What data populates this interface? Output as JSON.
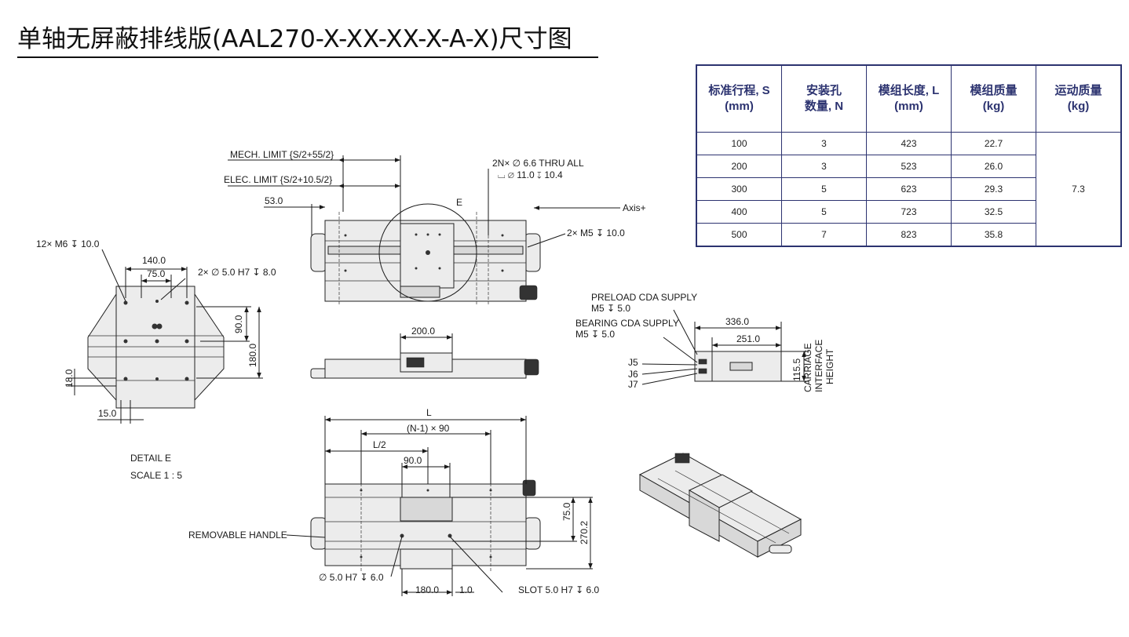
{
  "title": "单轴无屏蔽排线版(AAL270-X-XX-XX-X-A-X)尺寸图",
  "table": {
    "headers": [
      "标准行程, S\n(mm)",
      "安装孔\n数量, N",
      "模组长度, L\n(mm)",
      "模组质量\n(kg)",
      "运动质量\n(kg)"
    ],
    "rows": [
      [
        "100",
        "3",
        "423",
        "22.7"
      ],
      [
        "200",
        "3",
        "523",
        "26.0"
      ],
      [
        "300",
        "5",
        "623",
        "29.3"
      ],
      [
        "400",
        "5",
        "723",
        "32.5"
      ],
      [
        "500",
        "7",
        "823",
        "35.8"
      ]
    ],
    "moving_mass": "7.3"
  },
  "labels": {
    "mech_limit": "MECH. LIMIT {S/2+55/2}",
    "elec_limit": "ELEC. LIMIT {S/2+10.5/2}",
    "dim_53": "53.0",
    "detail_letter": "E",
    "axis": "Axis+",
    "thru_holes": "2N× ∅ 6.6 THRU ALL",
    "counterbore": "⌴ ∅ 11.0 ↧ 10.4",
    "m5_holes": "2× M5 ↧ 10.0",
    "m6_holes": "12× M6 ↧ 10.0",
    "dim_140": "140.0",
    "dim_75": "75.0",
    "h7_holes": "2× ∅ 5.0 H7 ↧ 8.0",
    "dim_90v": "90.0",
    "dim_180v": "180.0",
    "dim_18": "18.0",
    "dim_15": "15.0",
    "detail_title": "DETAIL   E",
    "detail_scale": "SCALE  1 : 5",
    "dim_200": "200.0",
    "preload": "PRELOAD CDA SUPPLY",
    "preload_thread": "M5 ↧ 5.0",
    "bearing": "BEARING CDA SUPPLY",
    "bearing_thread": "M5 ↧ 5.0",
    "dim_336": "336.0",
    "dim_251": "251.0",
    "dim_115": "115.5",
    "carriage_height": "CARRIAGE",
    "carriage_height2": "INTERFACE",
    "carriage_height3": "HEIGHT",
    "j5": "J5",
    "j6": "J6",
    "j7": "J7",
    "dim_L": "L",
    "dim_n90": "(N-1) × 90",
    "dim_L2": "L/2",
    "dim_90h": "90.0",
    "dim_75v": "75.0",
    "dim_270": "270.2",
    "removable_handle": "REMOVABLE HANDLE",
    "pin_hole": "∅ 5.0 H7 ↧ 6.0",
    "dim_180h": "180.0",
    "dim_1": "1.0",
    "slot": "SLOT 5.0 H7 ↧ 6.0"
  },
  "colors": {
    "table_border": "#2c3370",
    "header_text": "#2c3370",
    "line": "#1a1a1a"
  }
}
